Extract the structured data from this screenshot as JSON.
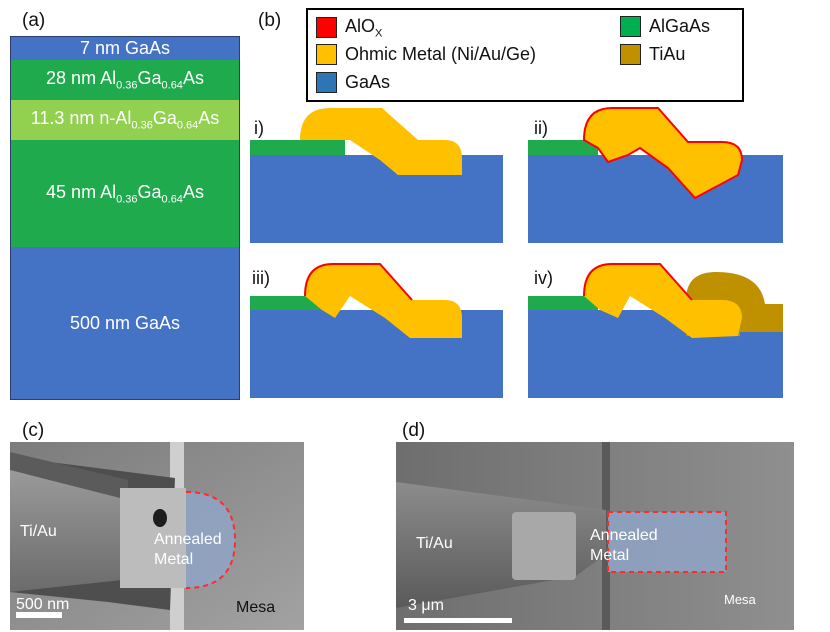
{
  "panels": {
    "a": "(a)",
    "b": "(b)",
    "c": "(c)",
    "d": "(d)"
  },
  "layer_stack": [
    {
      "label": "7 nm GaAs",
      "color": "#4472c4"
    },
    {
      "label": "28 nm Al0.36Ga0.64As",
      "color": "#1faa4e"
    },
    {
      "label": "11.3 nm n-Al0.36Ga0.64As",
      "color": "#92d050"
    },
    {
      "label": "45 nm Al0.36Ga0.64As",
      "color": "#1faa4e"
    },
    {
      "label": "500 nm GaAs",
      "color": "#4472c4"
    }
  ],
  "legend": [
    {
      "label": "AlOX",
      "color": "#ff0000"
    },
    {
      "label": "Ohmic Metal (Ni/Au/Ge)",
      "color": "#ffc000"
    },
    {
      "label": "GaAs",
      "color": "#2e75b6"
    },
    {
      "label": "AlGaAs",
      "color": "#00b050"
    },
    {
      "label": "TiAu",
      "color": "#bf9000"
    }
  ],
  "process_steps": [
    "i)",
    "ii)",
    "iii)",
    "iv)"
  ],
  "sem_c": {
    "left_label": "Ti/Au",
    "center_label": "Annealed\nMetal",
    "right_label": "Mesa",
    "scale_bar": "500 nm"
  },
  "sem_d": {
    "left_label": "Ti/Au",
    "center_label": "Annealed\nMetal",
    "right_label": "Mesa",
    "scale_bar": "3 μm"
  }
}
